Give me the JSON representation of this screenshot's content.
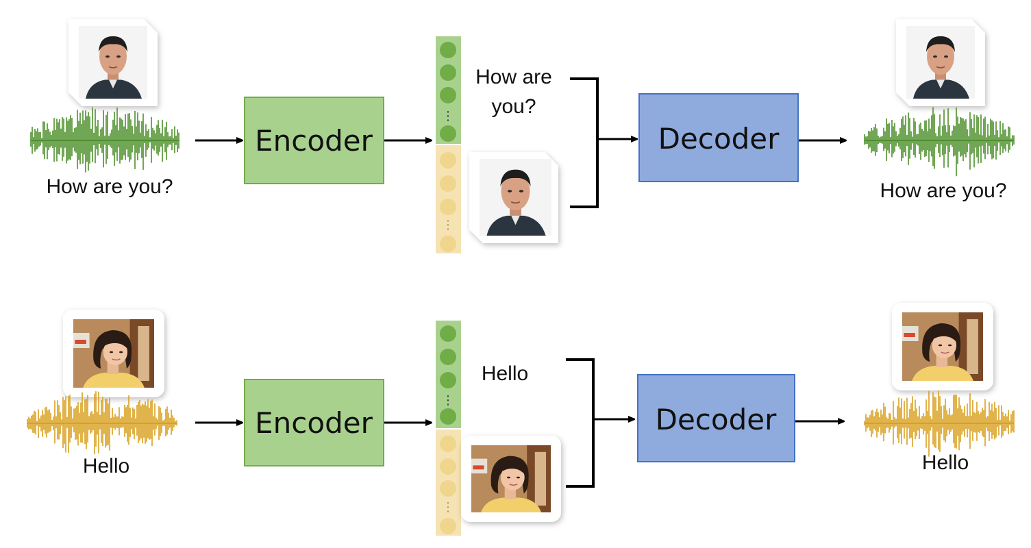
{
  "rows": [
    {
      "input_caption": "How are you?",
      "encoder_label": "Encoder",
      "content_label_line1": "How are",
      "content_label_line2": "you?",
      "decoder_label": "Decoder",
      "output_caption": "How are you?",
      "wave_color": "#4e8f2c",
      "speaker": "man"
    },
    {
      "input_caption": "Hello",
      "encoder_label": "Encoder",
      "content_label_line1": "Hello",
      "content_label_line2": "",
      "decoder_label": "Decoder",
      "output_caption": "Hello",
      "wave_color": "#d9a020",
      "speaker": "woman"
    }
  ],
  "colors": {
    "encoder_fill": "#a9d18e",
    "encoder_stroke": "#70ad47",
    "decoder_fill": "#8faadc",
    "decoder_stroke": "#4472c4",
    "content_column": "#a9d18e",
    "content_dot": "#70ad47",
    "speaker_column": "#f5e3b3",
    "speaker_dot": "#f0d58c"
  }
}
